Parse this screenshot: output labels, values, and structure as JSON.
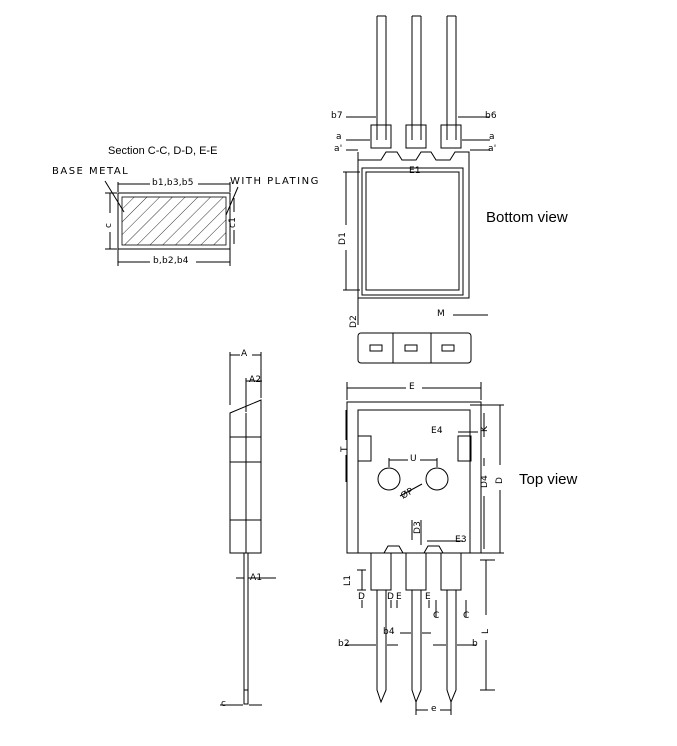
{
  "section": {
    "title": "Section C-C, D-D, E-E",
    "base_metal": "BASE METAL",
    "with_plating": "WITH PLATING",
    "width_inner": "b1,b3,b5",
    "width_outer": "b,b2,b4",
    "thickness_outer": "c",
    "thickness_inner": "c1"
  },
  "views": {
    "bottom": "Bottom view",
    "top": "Top view"
  },
  "dims": {
    "b7": "b7",
    "b6": "b6",
    "a_left": "a",
    "a_right": "a",
    "a2_left": "a'",
    "a2_right": "a'",
    "E1": "E1",
    "D1": "D1",
    "D2": "D2",
    "M": "M",
    "A": "A",
    "A2": "A2",
    "A1": "A1",
    "c_side": "c",
    "E": "E",
    "E4": "E4",
    "K": "K",
    "T": "T",
    "U": "U",
    "phiP": "ØP",
    "D4": "D4",
    "D": "D",
    "D3": "D3",
    "E3": "E3",
    "L1": "L1",
    "L": "L",
    "D_sec1": "D",
    "D_sec2": "D",
    "E_sec1": "E",
    "E_sec2": "E",
    "C_sec1": "C",
    "C_sec2": "C",
    "b2": "b2",
    "b4": "b4",
    "b": "b",
    "e": "e"
  }
}
